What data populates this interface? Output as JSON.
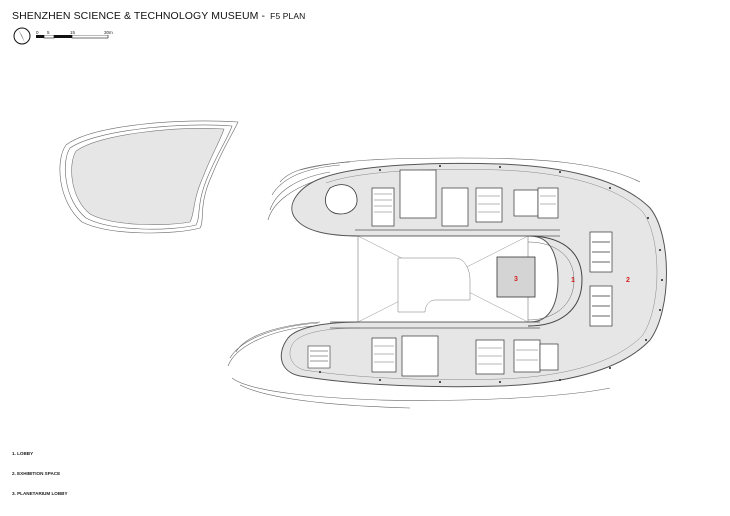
{
  "title": {
    "main": "SHENZHEN SCIENCE & TECHNOLOGY MUSEUM -",
    "sub": "F5 PLAN"
  },
  "scale_bar": {
    "ticks": [
      "0",
      "5",
      "15",
      "30m"
    ]
  },
  "room_labels": {
    "lobby": "1",
    "exhibition_space": "2",
    "planetarium_lobby": "3"
  },
  "legend": {
    "items": [
      "1. LOBBY",
      "2. EXHIBITION SPACE",
      "3. PLANETARIUM LOBBY"
    ]
  },
  "colors": {
    "room_label": "#d42020",
    "floor_fill": "#e6e6e6",
    "line": "#555555"
  },
  "icons": {
    "north": "north-arrow-icon"
  }
}
